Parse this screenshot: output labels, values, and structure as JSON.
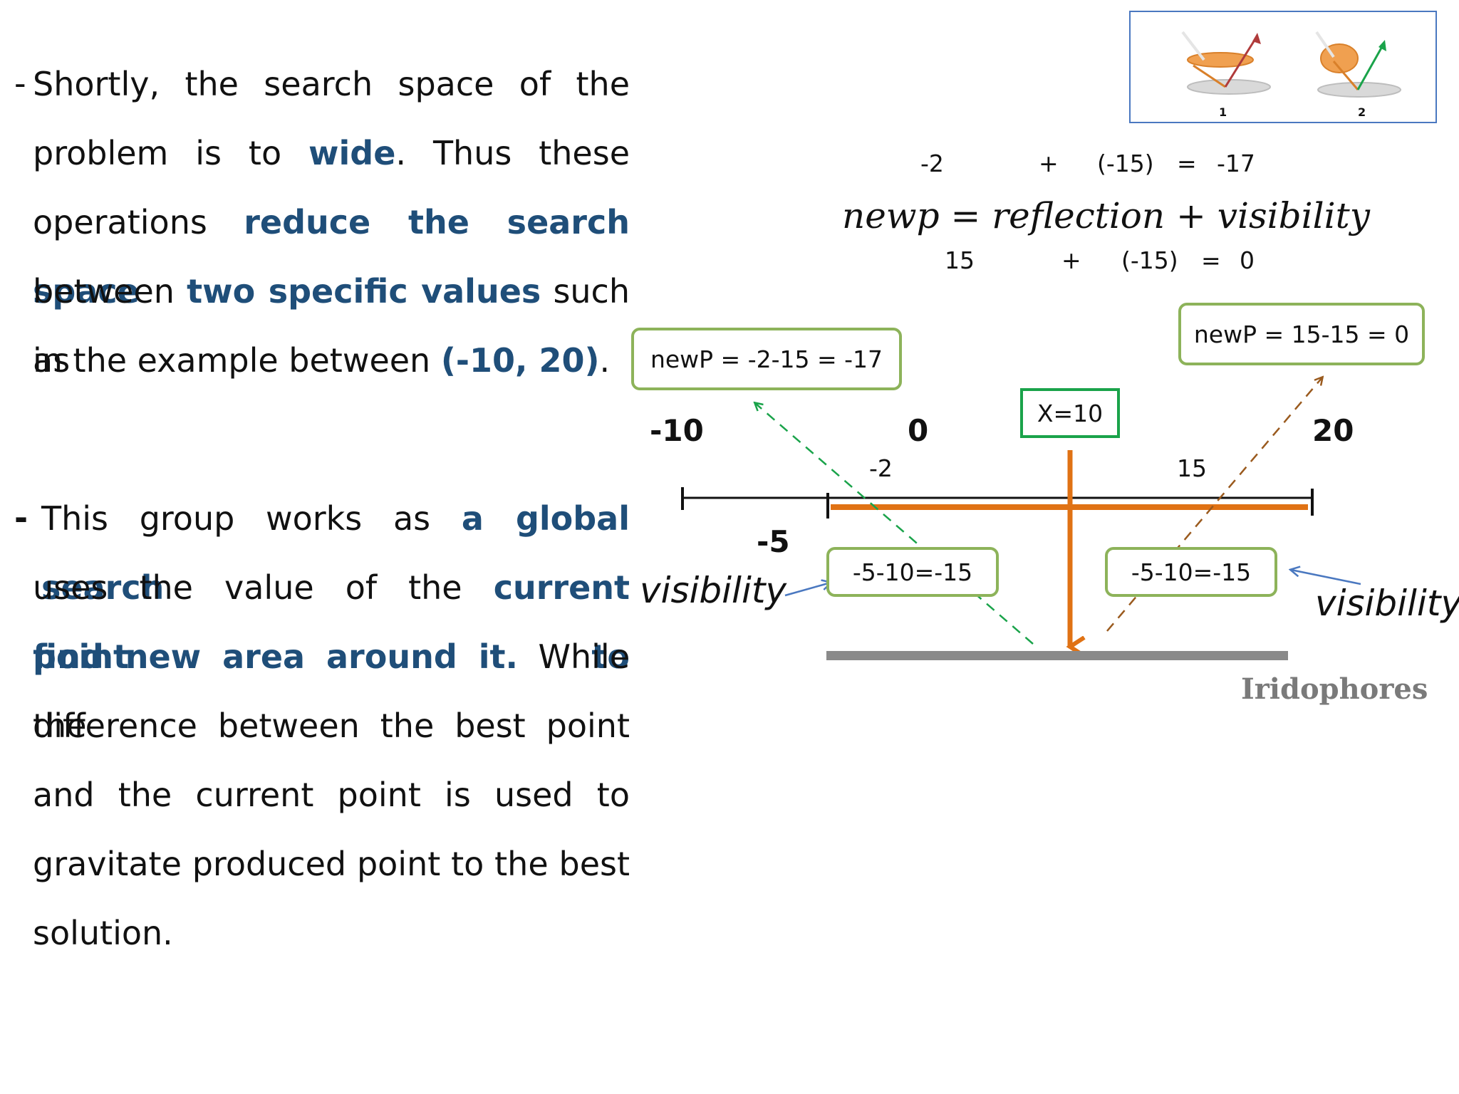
{
  "paragraph1": {
    "bullet": "-",
    "lines": [
      [
        "Shortly,",
        "the",
        "search",
        "space",
        "of",
        "the"
      ],
      [
        "problem",
        "is",
        "to",
        "wide",
        ".",
        "Thus",
        "these"
      ],
      [
        "operations",
        "reduce the search space"
      ],
      [
        "between",
        "two specific values",
        "such as"
      ],
      [
        "in the example between",
        "(-10, 20)",
        "."
      ]
    ],
    "l1": "Shortly, the search space of the",
    "l2_a": "problem is to",
    "l2_hl": "wide",
    "l2_b": ". Thus these",
    "l3_a": "operations",
    "l3_hl": "reduce the search space",
    "l4_a": "between",
    "l4_hl": "two specific values",
    "l4_b": "such as",
    "l5_a": "in the example between",
    "l5_hl": "(-10, 20)",
    "l5_b": "."
  },
  "paragraph2": {
    "bullet": "-",
    "l1_a": "This group works as",
    "l1_hl": "a global search",
    "l2_a": "uses the value of the",
    "l2_hl": "current point to",
    "l3_hl": "find new area around it.",
    "l3_b": "While the",
    "l4": "difference between the best point",
    "l5": "and the current point is used to",
    "l6": "gravitate produced point to the best",
    "l7": "solution."
  },
  "diagram": {
    "equation_top": {
      "a": "-2",
      "op": "+",
      "b": "(-15)",
      "eq": "=",
      "r": "-17"
    },
    "formula": "newp = reflection + visibility",
    "equation_bottom": {
      "a": "15",
      "op": "+",
      "b": "(-15)",
      "eq": "=",
      "r": "0"
    },
    "box_left": "newP = -2-15 = -17",
    "box_right": "newP = 15-15 = 0",
    "box_x": "X=10",
    "axis_labels": {
      "min": "-10",
      "zero": "0",
      "max": "20",
      "minus5": "-5",
      "minus2": "-2",
      "fifteen": "15"
    },
    "vis_box_left": "-5-10=-15",
    "vis_box_right": "-5-10=-15",
    "visibility_left": "visibility",
    "visibility_right": "visibility",
    "iridophores": "Iridophores",
    "inset_labels": [
      "1",
      "2"
    ]
  },
  "colors": {
    "highlight": "#1f4e79",
    "orange": "#e07214",
    "box_border": "#8db35a",
    "x_box_border": "#1aa34a",
    "green_arrow": "#1aa34a",
    "brown_arrow": "#9a5a1e",
    "blue_arrow": "#4a78c0",
    "iridophore_bar": "#8a8a8a"
  }
}
